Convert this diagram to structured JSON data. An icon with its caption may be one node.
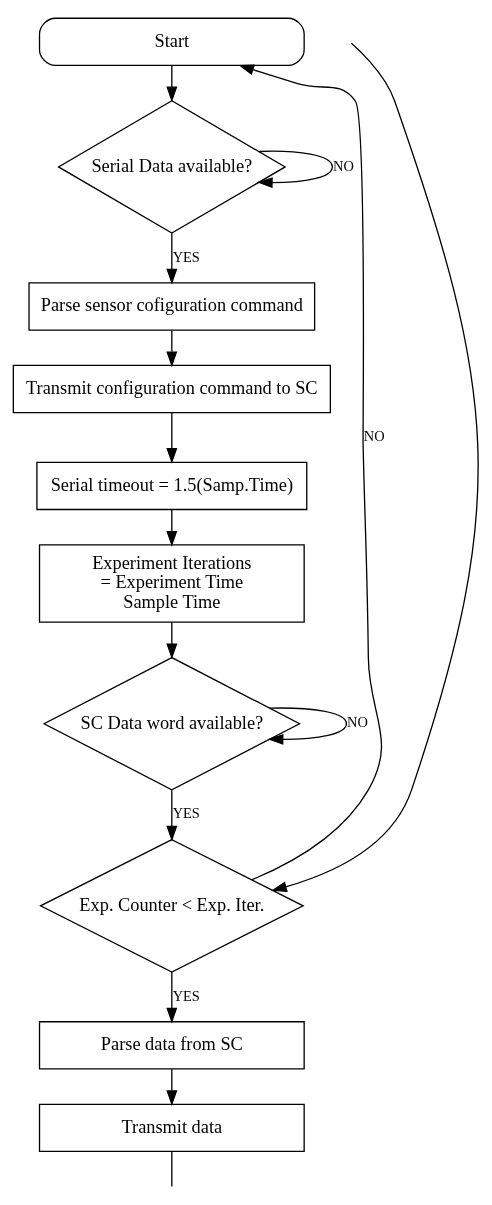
{
  "diagram": {
    "nodes": [
      {
        "text": [
          "Start"
        ]
      },
      {
        "text": [
          "Serial Data available?"
        ]
      },
      {
        "text": [
          "Parse sensor cofiguration command"
        ]
      },
      {
        "text": [
          "Transmit configuration command to SC"
        ]
      },
      {
        "text": [
          "Serial timeout = 1.5(Samp.Time)"
        ]
      },
      {
        "text": [
          "Experiment Iterations",
          "= Experiment Time",
          "Sample Time"
        ]
      },
      {
        "text": [
          "SC Data word available?"
        ]
      },
      {
        "text": [
          "Exp. Counter < Exp. Iter."
        ]
      },
      {
        "text": [
          "Parse data from SC"
        ]
      },
      {
        "text": [
          "Transmit data"
        ]
      }
    ],
    "edges": [
      {
        "from": 0,
        "to": 1,
        "arrow": "to"
      },
      {
        "from": 1,
        "to": 1,
        "arrow": "to",
        "label": "NO"
      },
      {
        "from": 1,
        "to": 2,
        "arrow": "to",
        "label": "YES"
      },
      {
        "from": 2,
        "to": 3,
        "arrow": "to"
      },
      {
        "from": 3,
        "to": 4,
        "arrow": "to"
      },
      {
        "from": 4,
        "to": 5,
        "arrow": "to"
      },
      {
        "from": 5,
        "to": 6,
        "arrow": "to"
      },
      {
        "from": 6,
        "to": 6,
        "arrow": "to",
        "label": "NO"
      },
      {
        "from": 6,
        "to": 7,
        "arrow": "to",
        "label": "YES"
      },
      {
        "from": 7,
        "to": 0,
        "arrow": "to",
        "label": "NO"
      },
      {
        "from": 7,
        "to": 8,
        "arrow": "to",
        "label": "YES"
      },
      {
        "from": 8,
        "to": 9,
        "arrow": "to"
      },
      {
        "from": 9,
        "to": null,
        "arrow": "none"
      },
      {
        "from": null,
        "to": 7,
        "arrow": "to"
      }
    ]
  }
}
